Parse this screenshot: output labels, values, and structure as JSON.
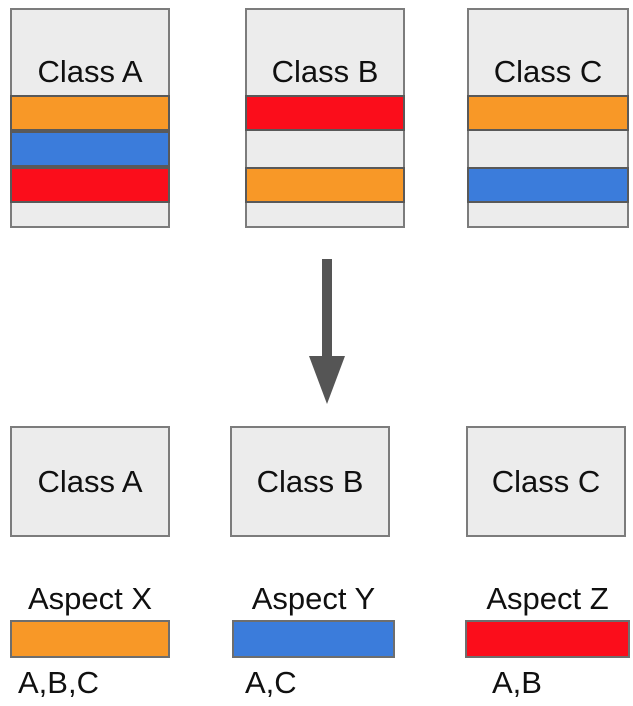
{
  "palette": {
    "orange": "#F89827",
    "blue": "#3B7CDB",
    "red": "#FB0D1B",
    "box_fill": "#ECECEC",
    "box_border": "#7C7C7C",
    "stripe_border": "#595959",
    "bar_border": "#6E6E6E",
    "arrow": "#555555",
    "text": "#101010",
    "background": "#FFFFFF"
  },
  "diagram": {
    "top_classes": [
      {
        "label": "Class A",
        "bands": [
          "orange",
          "blue",
          "red"
        ]
      },
      {
        "label": "Class B",
        "bands": [
          "red",
          "empty",
          "orange"
        ]
      },
      {
        "label": "Class C",
        "bands": [
          "orange",
          "empty",
          "blue"
        ]
      }
    ],
    "arrow_direction": "down",
    "bottom_classes": [
      {
        "label": "Class A"
      },
      {
        "label": "Class B"
      },
      {
        "label": "Class C"
      }
    ],
    "aspects": [
      {
        "label": "Aspect X",
        "color": "orange",
        "members": "A,B,C"
      },
      {
        "label": "Aspect Y",
        "color": "blue",
        "members": "A,C"
      },
      {
        "label": "Aspect Z",
        "color": "red",
        "members": "A,B"
      }
    ]
  }
}
